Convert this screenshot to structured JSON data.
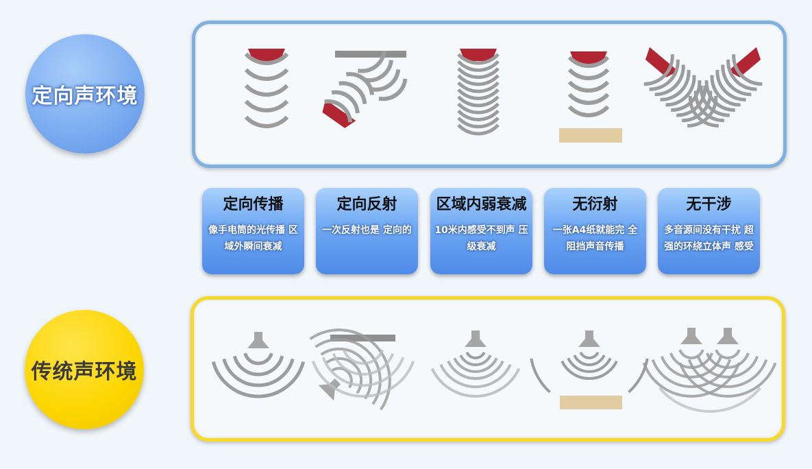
{
  "directional": {
    "title": "定向声环境",
    "features": [
      {
        "title": "定向传播",
        "desc": "像手电筒的光传播 区域外瞬间衰减"
      },
      {
        "title": "定向反射",
        "desc": "一次反射也是 定向的"
      },
      {
        "title": "区域内弱衰减",
        "desc": "10米内感受不到声 压级衰减"
      },
      {
        "title": "无衍射",
        "desc": "一张A4纸就能完 全阻挡声音传播"
      },
      {
        "title": "无干涉",
        "desc": "多音源间没有干扰 超强的环绕立体声 感受"
      }
    ]
  },
  "traditional": {
    "title": "传统声环境"
  },
  "colors": {
    "directional_speaker": "#b22532",
    "wave": "#9c9c9c",
    "reflector": "#8f8f8f",
    "paper": "#e2cda2",
    "traditional_speaker": "#a6a6a6",
    "blue_border": "#7fb1de",
    "yellow_border": "#f7d926"
  },
  "icons": [
    "directional-beam-icon",
    "directional-reflection-icon",
    "weak-attenuation-icon",
    "no-diffraction-icon",
    "no-interference-icon",
    "conventional-spread-icon",
    "conventional-reflection-icon",
    "conventional-attenuation-icon",
    "conventional-diffraction-icon",
    "conventional-interference-icon"
  ]
}
